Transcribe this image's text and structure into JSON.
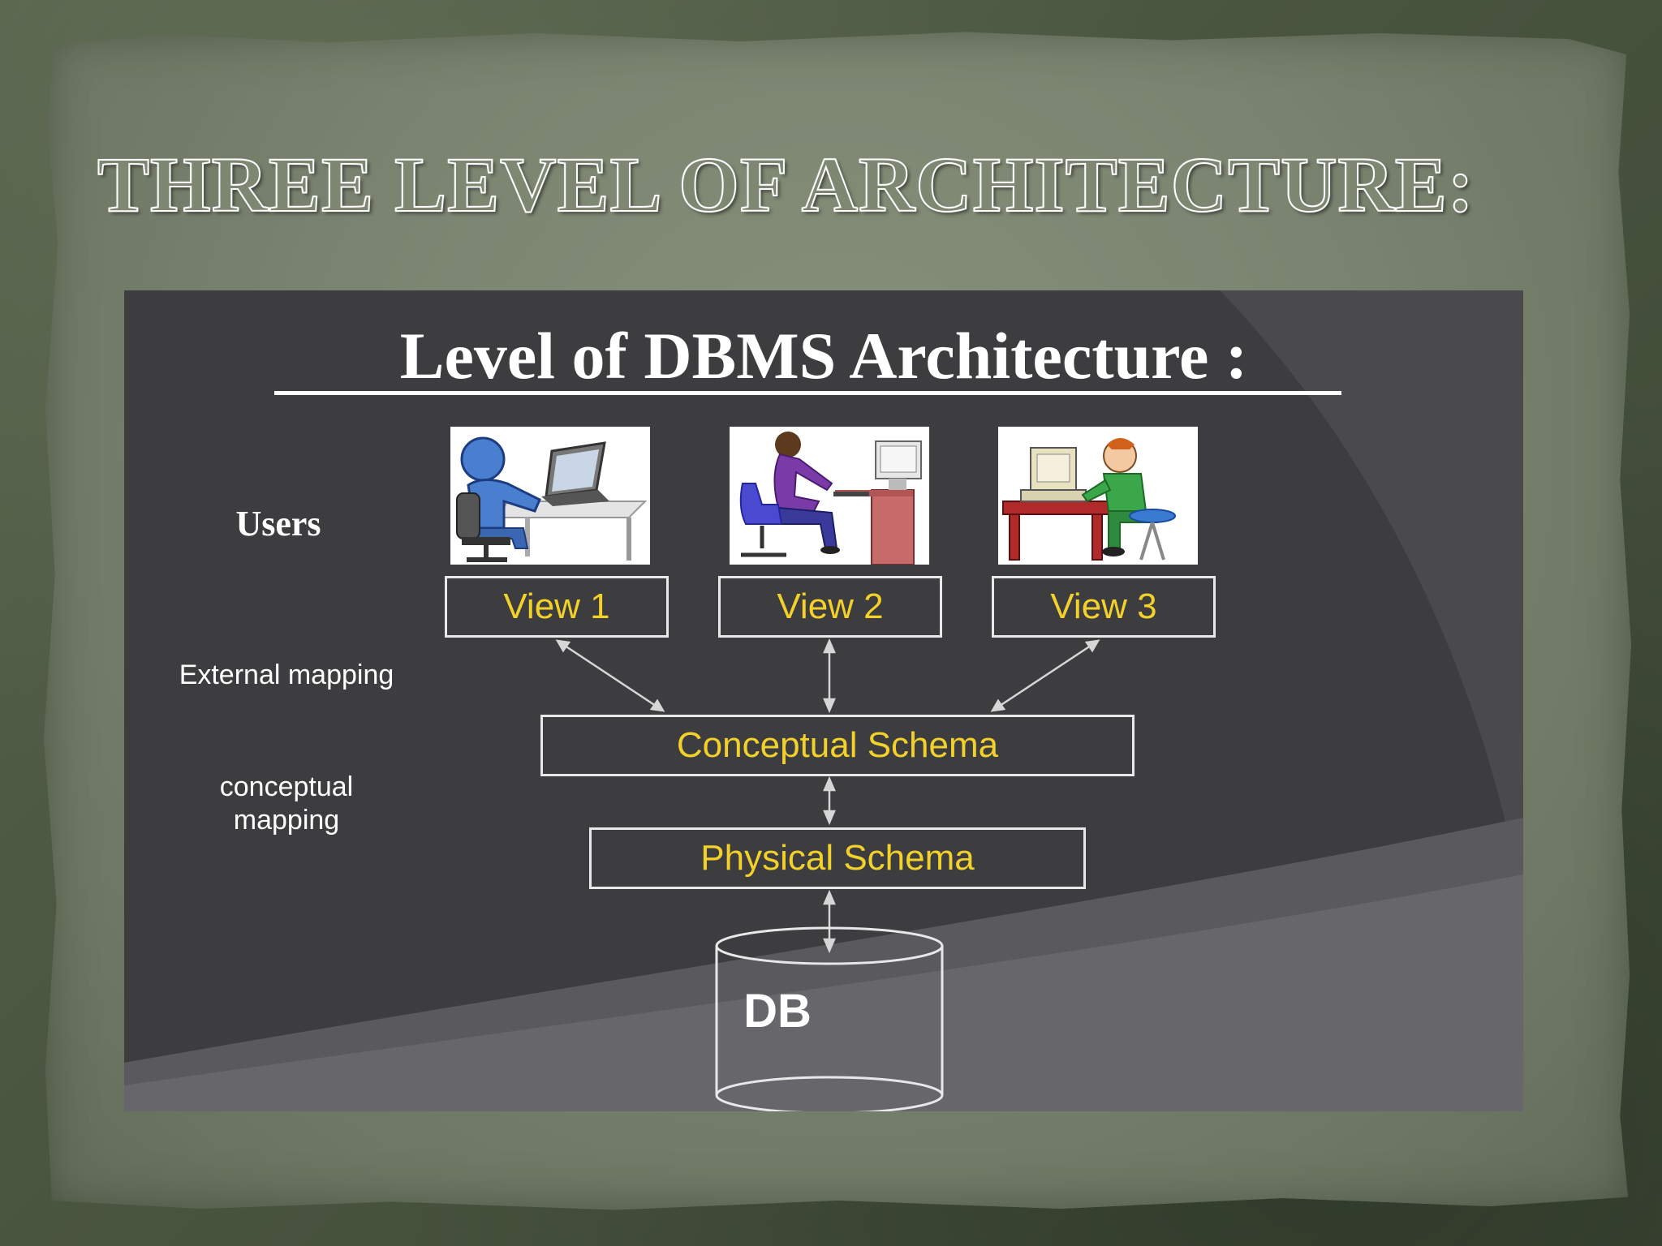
{
  "slide": {
    "title": "THREE LEVEL OF ARCHITECTURE:"
  },
  "diagram": {
    "heading": "Level of DBMS Architecture :",
    "side_labels": {
      "users": "Users",
      "external_mapping": "External mapping",
      "conceptual_mapping": "conceptual mapping"
    },
    "views": [
      "View 1",
      "View 2",
      "View 3"
    ],
    "conceptual_schema": "Conceptual Schema",
    "physical_schema": "Physical Schema",
    "database": "DB",
    "colors": {
      "box_text": "#f2d12a",
      "panel_background": "#3d3d3f",
      "paper": "#7a8470"
    },
    "user_images": [
      "blue-figure-at-laptop-icon",
      "woman-at-computer-icon",
      "man-at-desk-computer-icon"
    ]
  }
}
